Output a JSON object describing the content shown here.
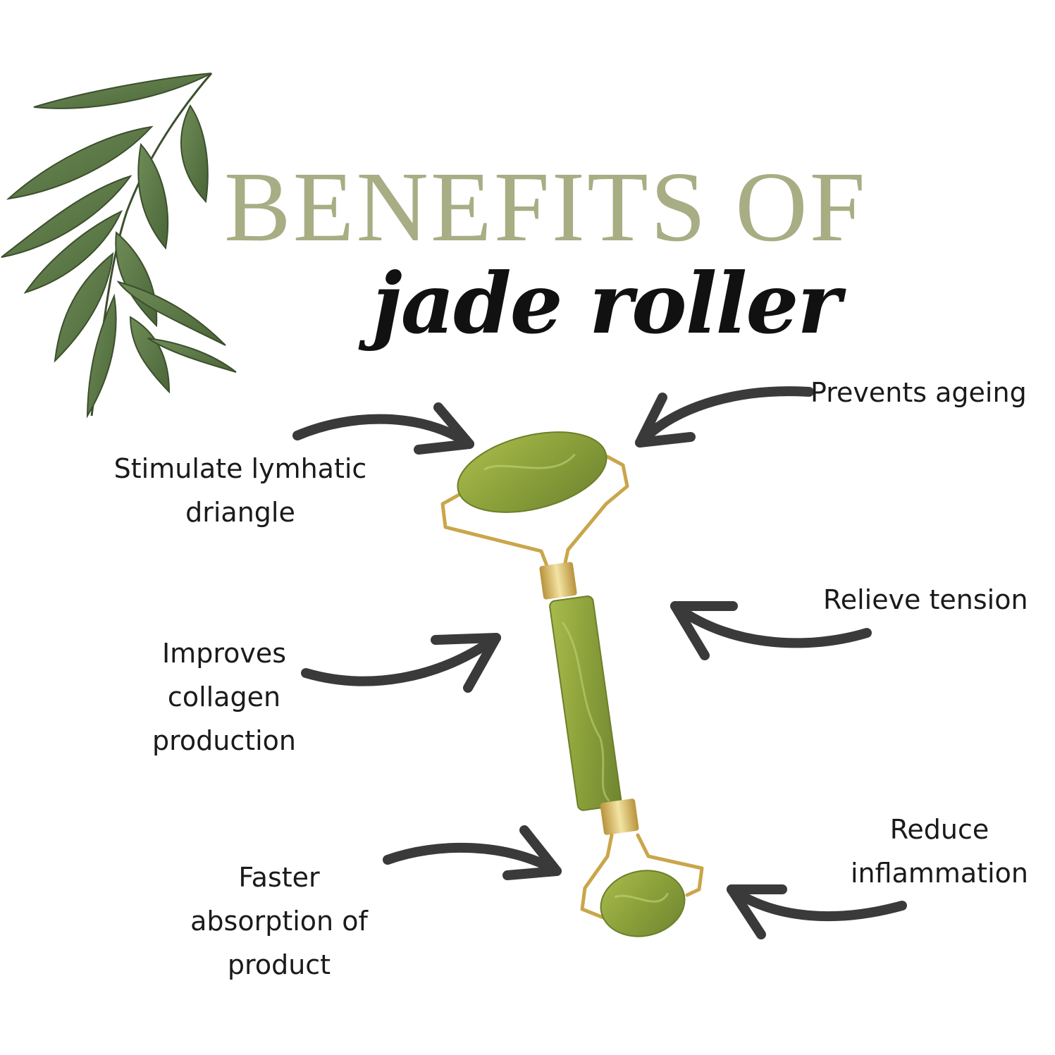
{
  "colors": {
    "title_top": "#a8ad84",
    "title_bottom": "#111111",
    "label": "#1a1a1a",
    "arrow": "#3a3a3a",
    "leaf": "#5c7a4a",
    "jade": "#8fa33c",
    "gold": "#d4b45c"
  },
  "title": {
    "top": "BENEFITS OF",
    "bottom": "jade roller"
  },
  "benefits": {
    "left": [
      {
        "lines": [
          "Stimulate lymhatic",
          "driangle"
        ]
      },
      {
        "lines": [
          "Improves",
          "collagen",
          "production"
        ]
      },
      {
        "lines": [
          "Faster",
          "absorption of",
          "product"
        ]
      }
    ],
    "right": [
      {
        "lines": [
          "Prevents ageing"
        ]
      },
      {
        "lines": [
          "Relieve tension"
        ]
      },
      {
        "lines": [
          "Reduce",
          "inflammation"
        ]
      }
    ]
  },
  "illustrations": {
    "branch": "leaf-branch-icon",
    "roller": "jade-roller-icon",
    "arrow": "curved-arrow-icon"
  }
}
